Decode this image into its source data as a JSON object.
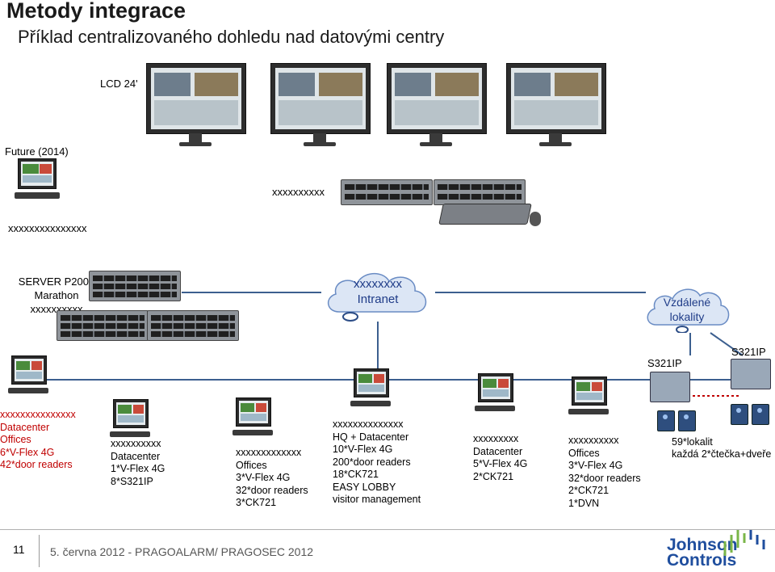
{
  "slide": {
    "title": "Metody integrace",
    "subtitle": "Příklad centralizovaného dohledu nad datovými centry",
    "page_number": "11",
    "footer": "5. června 2012 - PRAGOALARM/ PRAGOSEC 2012"
  },
  "top": {
    "lcd_label": "LCD 24'",
    "future_label": "Future (2014)",
    "future_server_label": "xxxxxxxxxx",
    "future_site_label": "xxxxxxxxxxxxxxx"
  },
  "server": {
    "line1": "SERVER P2000",
    "line2": "Marathon",
    "line3": "xxxxxxxxxx"
  },
  "cloud": {
    "line1": "xxxxxxxx",
    "line2": "Intranet"
  },
  "remote": {
    "line1": "Vzdálené",
    "line2": "lokality",
    "s321_left": "S321IP",
    "s321_right": "S321IP",
    "summary_line1": "59*lokalit",
    "summary_line2": "každá 2*čtečka+dveře"
  },
  "sites": [
    {
      "lines": [
        "xxxxxxxxxxxxxxx",
        "Datacenter",
        "Offices",
        "6*V-Flex 4G",
        "42*door readers"
      ]
    },
    {
      "lines": [
        "xxxxxxxxxx",
        "Datacenter",
        "1*V-Flex 4G",
        "8*S321IP"
      ]
    },
    {
      "lines": [
        "xxxxxxxxxxxxx",
        "Offices",
        "3*V-Flex 4G",
        "32*door readers",
        "3*CK721"
      ]
    },
    {
      "lines": [
        "xxxxxxxxxxxxxx",
        "HQ + Datacenter",
        "10*V-Flex 4G",
        "200*door readers",
        "18*CK721",
        "EASY LOBBY",
        "visitor management"
      ]
    },
    {
      "lines": [
        "xxxxxxxxx",
        "Datacenter",
        "5*V-Flex 4G",
        "2*CK721"
      ]
    },
    {
      "lines": [
        "xxxxxxxxxx",
        "Offices",
        "3*V-Flex 4G",
        "32*door readers",
        "2*CK721",
        "1*DVN"
      ]
    }
  ],
  "logo": {
    "line1": "Johnson",
    "line2": "Controls"
  },
  "colors": {
    "first_site_text": "#c00000",
    "cloud_text": "#1f3c88",
    "logo_blue": "#1f4e9e",
    "logo_green": "#7ab648"
  }
}
